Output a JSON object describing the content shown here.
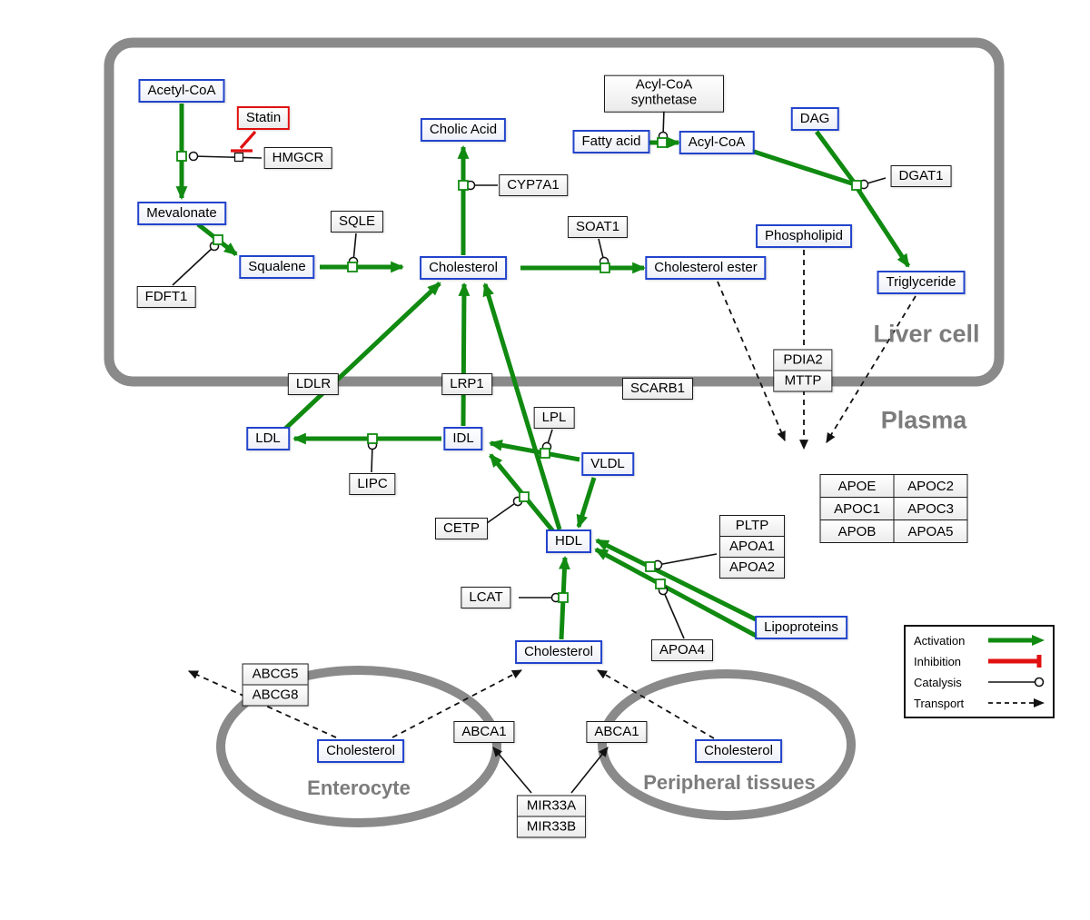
{
  "colors": {
    "activation_green": "#108a10",
    "inhibition_red": "#e01010",
    "metabolite_border_blue": "#2244cc",
    "membrane_gray": "#8a8a8a",
    "region_label_gray": "#7c7c7c"
  },
  "regions": {
    "liver": "Liver cell",
    "plasma": "Plasma",
    "enterocyte": "Enterocyte",
    "peripheral": "Peripheral tissues"
  },
  "nodes": {
    "acetyl_coa": "Acetyl-CoA",
    "statin": "Statin",
    "hmgcr": "HMGCR",
    "mevalonate": "Mevalonate",
    "fdft1": "FDFT1",
    "squalene": "Squalene",
    "sqle": "SQLE",
    "cholic_acid": "Cholic Acid",
    "cyp7a1": "CYP7A1",
    "cholesterol_liver": "Cholesterol",
    "soat1": "SOAT1",
    "cholesterol_ester": "Cholesterol ester",
    "acyl_coa_synthetase": "Acyl-CoA synthetase",
    "fatty_acid": "Fatty acid",
    "acyl_coa": "Acyl-CoA",
    "dag": "DAG",
    "dgat1": "DGAT1",
    "phospholipid": "Phospholipid",
    "triglyceride": "Triglyceride",
    "pdia2": "PDIA2",
    "mttp": "MTTP",
    "ldlr": "LDLR",
    "lrp1": "LRP1",
    "scarb1": "SCARB1",
    "ldl": "LDL",
    "idl": "IDL",
    "vldl": "VLDL",
    "lpl": "LPL",
    "lipc": "LIPC",
    "cetp": "CETP",
    "hdl": "HDL",
    "lcat": "LCAT",
    "pltp": "PLTP",
    "apoa1": "APOA1",
    "apoa2": "APOA2",
    "apoa4": "APOA4",
    "lipoproteins": "Lipoproteins",
    "cholesterol_plasma": "Cholesterol",
    "abcg5": "ABCG5",
    "abcg8": "ABCG8",
    "cholesterol_enterocyte": "Cholesterol",
    "abca1_enterocyte": "ABCA1",
    "abca1_peripheral": "ABCA1",
    "cholesterol_peripheral": "Cholesterol",
    "mir33a": "MIR33A",
    "mir33b": "MIR33B"
  },
  "apo_table": [
    [
      "APOE",
      "APOC2"
    ],
    [
      "APOC1",
      "APOC3"
    ],
    [
      "APOB",
      "APOA5"
    ]
  ],
  "legend": {
    "items": [
      {
        "label": "Activation",
        "type": "activation"
      },
      {
        "label": "Inhibition",
        "type": "inhibition"
      },
      {
        "label": "Catalysis",
        "type": "catalysis"
      },
      {
        "label": "Transport",
        "type": "transport"
      }
    ]
  }
}
